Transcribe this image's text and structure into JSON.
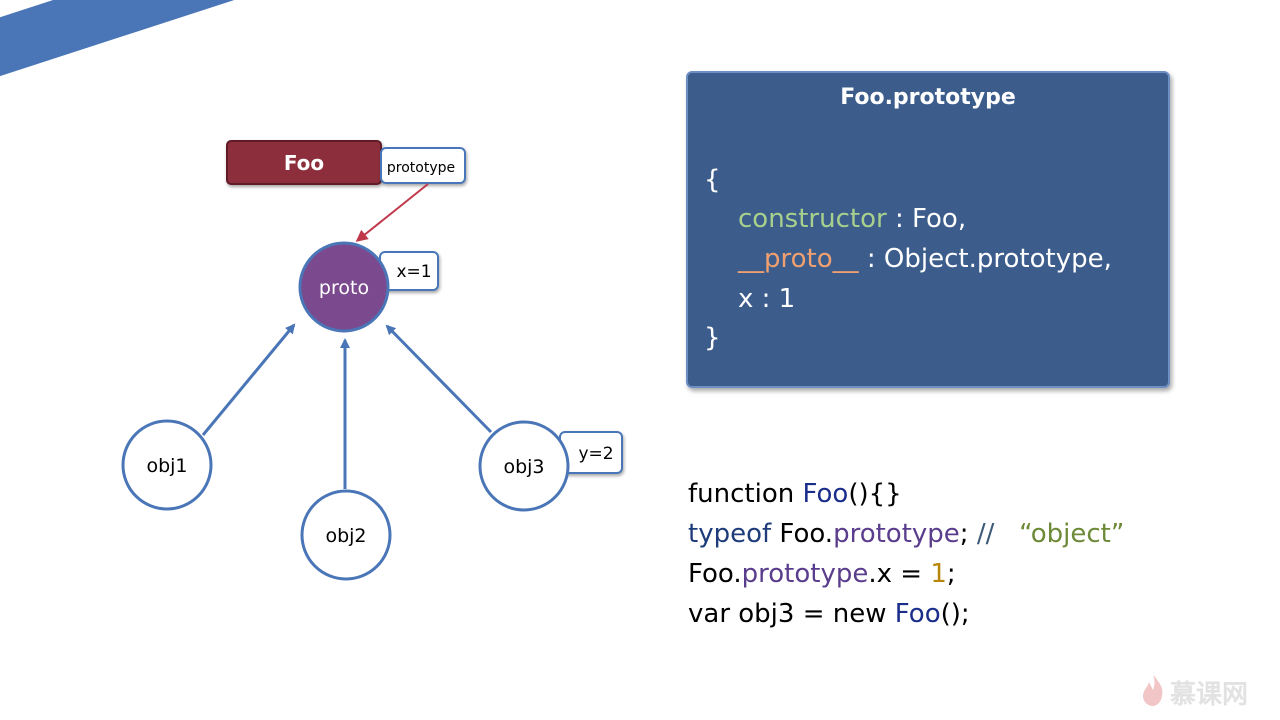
{
  "banner": {
    "title": "prototype属性与原型"
  },
  "diagram": {
    "foo": {
      "label": "Foo",
      "prop_label": "prototype"
    },
    "proto": {
      "label": "proto",
      "prop_label": "x=1"
    },
    "obj1": {
      "label": "obj1"
    },
    "obj2": {
      "label": "obj2"
    },
    "obj3": {
      "label": "obj3",
      "prop_label": "y=2"
    },
    "colors": {
      "foo_fill": "#8c2d3a",
      "proto_fill": "#7b4a8e",
      "node_stroke": "#4a76b8",
      "arrow_red": "#c0394b",
      "arrow_blue": "#4a76b8"
    }
  },
  "panel": {
    "title": "Foo.prototype",
    "open_brace": "{",
    "constructor_key": "constructor",
    "constructor_value": " : Foo,",
    "proto_key": "__proto__",
    "proto_value": " : Object.prototype,",
    "x_line": "x : 1",
    "close_brace": "}",
    "background": "#3c5d8c"
  },
  "code": {
    "line1": {
      "kw": "function ",
      "fn": "Foo",
      "rest": "(){}"
    },
    "line2": {
      "kw": "typeof",
      "mid": " Foo.",
      "prop": "prototype",
      "rest": "; ",
      "cmt": "//",
      "gap": "   ",
      "str": "“object”"
    },
    "line3": {
      "start": "Foo.",
      "prop": "prototype",
      "mid": ".x = ",
      "num": "1",
      "rest": ";"
    },
    "line4": {
      "start": "var obj3 = new ",
      "fn": "Foo",
      "rest": "();"
    }
  },
  "watermark": {
    "text": "慕课网",
    "icon": "flame-icon"
  }
}
